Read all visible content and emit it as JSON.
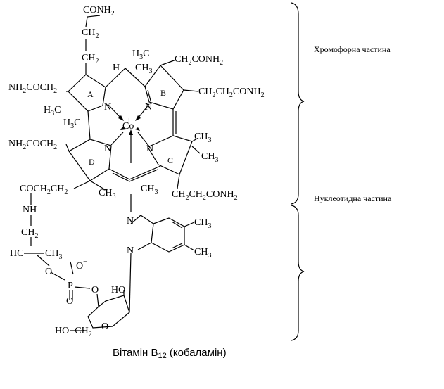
{
  "labels": {
    "conh2_top": [
      "CONH",
      "2"
    ],
    "ch2_a": [
      "CH",
      "2"
    ],
    "ch2_b": [
      "CH",
      "2"
    ],
    "h_a": [
      "H"
    ],
    "ch3_hb": [
      "CH",
      "3"
    ],
    "h3c_top": [
      "H",
      "3",
      "C"
    ],
    "ch2conh2_top": [
      "CH",
      "2",
      "CONH",
      "2"
    ],
    "nh2coch2_left": [
      "NH",
      "2",
      "COCH",
      "2"
    ],
    "ch2ch2conh2_right": [
      "CH",
      "2",
      "CH",
      "2",
      "CONH",
      "2"
    ],
    "h3c_left1": [
      "H",
      "3",
      "C"
    ],
    "h3c_left2": [
      "H",
      "3",
      "C"
    ],
    "nh2coch2_left2": [
      "NH",
      "2",
      "COCH",
      "2"
    ],
    "ch3_r1": [
      "CH",
      "3"
    ],
    "ch3_r2": [
      "CH",
      "3"
    ],
    "coch2ch2": [
      "COCH",
      "2",
      "CH",
      "2"
    ],
    "ch3_bot_l": [
      "CH",
      "3"
    ],
    "ch3_bot_r": [
      "CH",
      "3"
    ],
    "ch2ch2conh2_bottom": [
      "CH",
      "2",
      "CH",
      "2",
      "CONH",
      "2"
    ],
    "nh": [
      "NH"
    ],
    "ch2_link": [
      "CH",
      "2"
    ],
    "hc": [
      "HC"
    ],
    "ch3_hc": [
      "CH",
      "3"
    ],
    "o_link": [
      "O"
    ],
    "o_minus": [
      "O",
      "−"
    ],
    "p": [
      "P"
    ],
    "o_ester": [
      "O"
    ],
    "o_dbl": [
      "O"
    ],
    "ho_sugar": [
      "HO"
    ],
    "o_ring": [
      "O"
    ],
    "ho_ch2": [
      "HO",
      "CH",
      "2"
    ],
    "n_bz1": [
      "N"
    ],
    "n_bz2": [
      "N"
    ],
    "ch3_bz1": [
      "CH",
      "3"
    ],
    "ch3_bz2": [
      "CH",
      "3"
    ],
    "n_a": [
      "N"
    ],
    "n_b": [
      "N"
    ],
    "n_c": [
      "N"
    ],
    "n_d": [
      "N"
    ],
    "co": [
      "Co",
      "+"
    ]
  },
  "rings": {
    "a": "A",
    "b": "B",
    "c": "C",
    "d": "D"
  },
  "side_labels": {
    "chromophore": "Хромофорна частина",
    "nucleotide": "Нуклеотидна частина"
  },
  "caption": {
    "main": "Вітамін B",
    "sub": "12",
    "rest": " (кобаламін)"
  }
}
